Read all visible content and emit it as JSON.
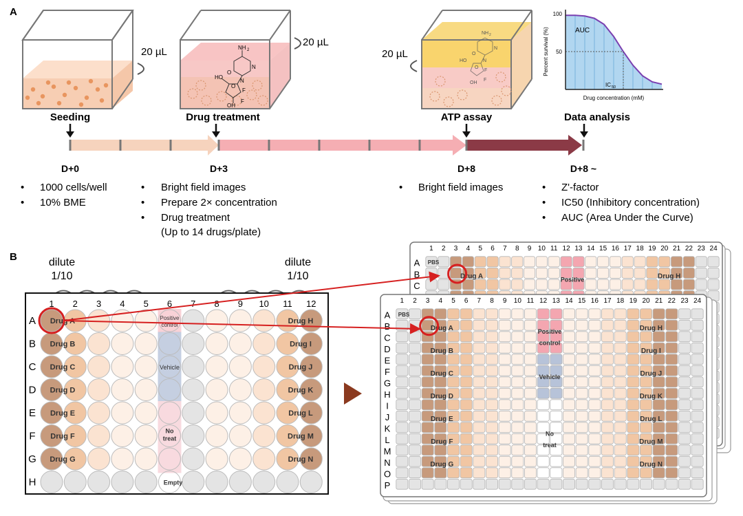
{
  "panel_a": {
    "letter": "A",
    "volume_labels": [
      "20 µL",
      "20 µL",
      "20 µL"
    ],
    "stages": [
      "Seeding",
      "Drug treatment",
      "ATP assay",
      "Data analysis"
    ],
    "days": [
      "D+0",
      "D+3",
      "D+8",
      "D+8 ~"
    ],
    "bullets_d0": [
      "1000 cells/well",
      "10% BME"
    ],
    "bullets_d3": [
      "Bright field images",
      "Prepare 2× concentration",
      "Drug treatment",
      "(Up to 14 drugs/plate)"
    ],
    "bullets_d8": [
      "Bright field images"
    ],
    "bullets_d8b": [
      "Z'-factor",
      "IC50 (Inhibitory concentration)",
      "AUC (Area Under the Curve)"
    ],
    "molecule_labels": [
      "NH",
      "2",
      "N",
      "O",
      "N",
      "HO",
      "O",
      "OH",
      "F",
      "F"
    ],
    "molecule_labels_2": [
      "NH",
      "2",
      "N",
      "O",
      "N",
      "HO",
      "O",
      "OH",
      "F",
      "F"
    ],
    "colors": {
      "seeding": "#f6c6a6",
      "treat": "#f3a9a9",
      "atp_top": "#f7c948",
      "atp_mid": "#f3b38d",
      "arrow_dark": "#8b3a46"
    }
  },
  "chart_data": {
    "type": "line",
    "ylabel": "Percent survival (%)",
    "xlabel": "Drug concentration (mM)",
    "yticks": [
      "100",
      "50"
    ],
    "annotations": [
      "AUC",
      "IC",
      "50"
    ],
    "x": [
      0,
      1,
      2,
      3,
      4,
      5,
      6,
      7,
      8,
      9,
      10
    ],
    "series": [
      {
        "values": [
          98,
          98,
          97,
          94,
          86,
          70,
          50,
          32,
          18,
          10,
          7
        ]
      }
    ],
    "ylim": [
      0,
      100
    ]
  },
  "panel_b": {
    "letter": "B",
    "dilute_left": [
      "dilute",
      "1/10"
    ],
    "dilute_right": [
      "dilute",
      "1/10"
    ],
    "cols96": [
      "1",
      "2",
      "3",
      "4",
      "5",
      "6",
      "7",
      "8",
      "9",
      "10",
      "11",
      "12"
    ],
    "rows96": [
      "A",
      "B",
      "C",
      "D",
      "E",
      "F",
      "G",
      "H"
    ],
    "drugs_left": [
      "Drug A",
      "Drug B",
      "Drug C",
      "Drug D",
      "Drug E",
      "Drug F",
      "Drug G"
    ],
    "drugs_right": [
      "Drug H",
      "Drug I",
      "Drug J",
      "Drug K",
      "Drug L",
      "Drug M",
      "Drug N"
    ],
    "positive": [
      "Positive",
      "control"
    ],
    "vehicle": "Vehicle",
    "notreat": [
      "No",
      "treat"
    ],
    "empty": "Empty",
    "cols384": [
      "1",
      "2",
      "3",
      "4",
      "5",
      "6",
      "7",
      "8",
      "9",
      "10",
      "11",
      "12",
      "13",
      "14",
      "15",
      "16",
      "17",
      "18",
      "19",
      "20",
      "21",
      "22",
      "23",
      "24"
    ],
    "rows384": [
      "A",
      "B",
      "C",
      "D",
      "E",
      "F",
      "G",
      "H",
      "I",
      "J",
      "K",
      "L",
      "M",
      "N",
      "O",
      "P"
    ],
    "pbs": "PBS",
    "drugs_left_384": [
      "Drug A",
      "Drug B",
      "Drug C",
      "Drug D",
      "Drug E",
      "Drug F",
      "Drug G"
    ],
    "drugs_right_384": [
      "Drug H",
      "Drug I",
      "Drug J",
      "Drug K",
      "Drug L",
      "Drug M",
      "Drug N"
    ],
    "back_drug_left": "Drug A",
    "back_drug_right": "Drug H",
    "back_positive": "Positive",
    "colors": {
      "dark": "#c79a7c",
      "mid": "#f1c6a3",
      "light": "#fbe3d1",
      "lighter": "#fdf0e6",
      "empty": "#e4e4e4",
      "positive": "#f4a6b0",
      "vehicle": "#b7c3d9",
      "notreat": "#f7d6dc",
      "highlight": "#d62020"
    }
  }
}
